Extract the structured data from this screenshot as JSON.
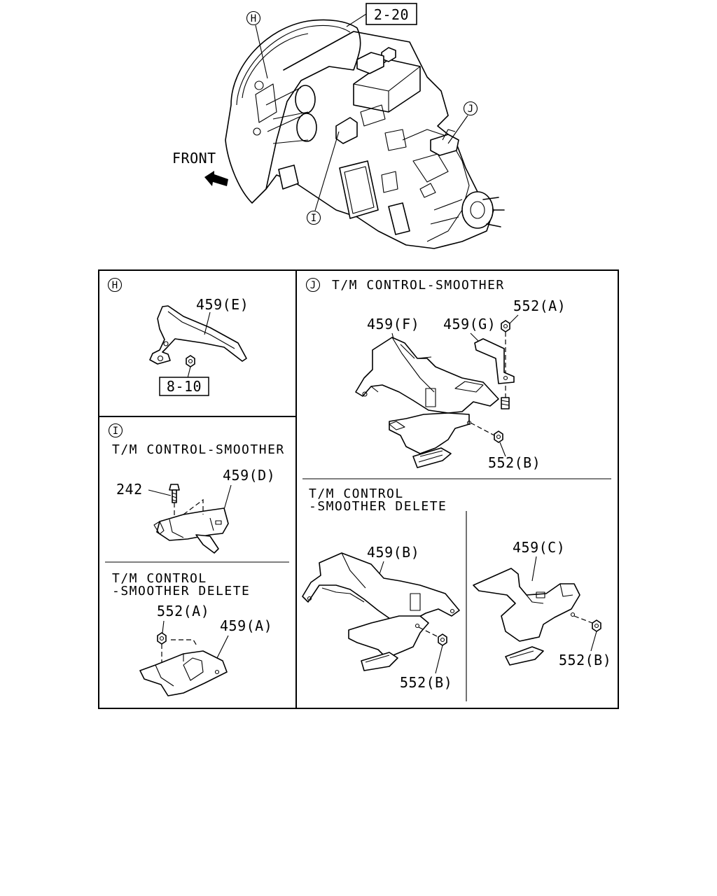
{
  "main": {
    "ref_box": "2-20",
    "front_label": "FRONT",
    "callouts": {
      "h": "H",
      "i": "I",
      "j": "J"
    }
  },
  "panel_h": {
    "marker": "H",
    "part": "459(E)",
    "ref_box": "8-10"
  },
  "panel_i": {
    "marker": "I",
    "title": "T/M CONTROL-SMOOTHER",
    "parts": {
      "bolt": "242",
      "bracket": "459(D)"
    },
    "delete_title": [
      "T/M CONTROL",
      "-SMOOTHER DELETE"
    ],
    "delete_parts": {
      "nut": "552(A)",
      "bracket": "459(A)"
    }
  },
  "panel_j": {
    "marker": "J",
    "title": "T/M CONTROL-SMOOTHER",
    "parts": {
      "bracket_f": "459(F)",
      "bracket_g": "459(G)",
      "nut_a": "552(A)",
      "nut_b": "552(B)"
    },
    "delete_title": [
      "T/M CONTROL",
      "-SMOOTHER DELETE"
    ],
    "delete_left": {
      "bracket": "459(B)",
      "nut": "552(B)"
    },
    "delete_right": {
      "bracket": "459(C)",
      "nut": "552(B)"
    }
  }
}
